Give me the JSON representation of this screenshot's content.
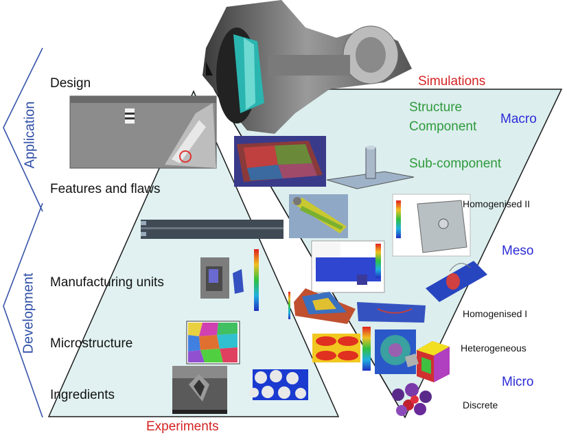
{
  "brackets": {
    "application": "Application",
    "development": "Development"
  },
  "experiment_levels": [
    "Design",
    "Features and flaws",
    "Manufacturing units",
    "Microstructure",
    "Ingredients"
  ],
  "simulation_levels": {
    "structure_component": "Structure\nComponent",
    "structure_line1": "Structure",
    "structure_line2": "Component",
    "sub_component": "Sub-component",
    "homogenised_2": "Homogenised II",
    "homogenised_1": "Homogenised I",
    "heterogeneous": "Heterogeneous",
    "discrete": "Discrete"
  },
  "scales": {
    "macro": "Macro",
    "meso": "Meso",
    "micro": "Micro"
  },
  "titles": {
    "simulations": "Simulations",
    "experiments": "Experiments"
  },
  "colors": {
    "triangle_fill": "#dceeee",
    "triangle_stroke": "#1b1b1b",
    "bracket": "#3553a8",
    "green": "#2e9a3b",
    "blue": "#2b2bd6",
    "red": "#d42222"
  },
  "images": [
    "jet-engine-image",
    "design-ct-image",
    "fabric-model-image",
    "sub-component-model-image",
    "laminate-image",
    "bolt-model-image",
    "plate-model-image",
    "fracture-image",
    "meso-simulation-image",
    "coupon-image",
    "stress-field-image",
    "tow-model-image",
    "microstructure-grains-image",
    "unit-cell-image",
    "heterogeneous-rve-image",
    "fibre-rve-image",
    "sem-image",
    "fibre-bed-image",
    "cube-model-image",
    "discrete-atoms-image"
  ]
}
